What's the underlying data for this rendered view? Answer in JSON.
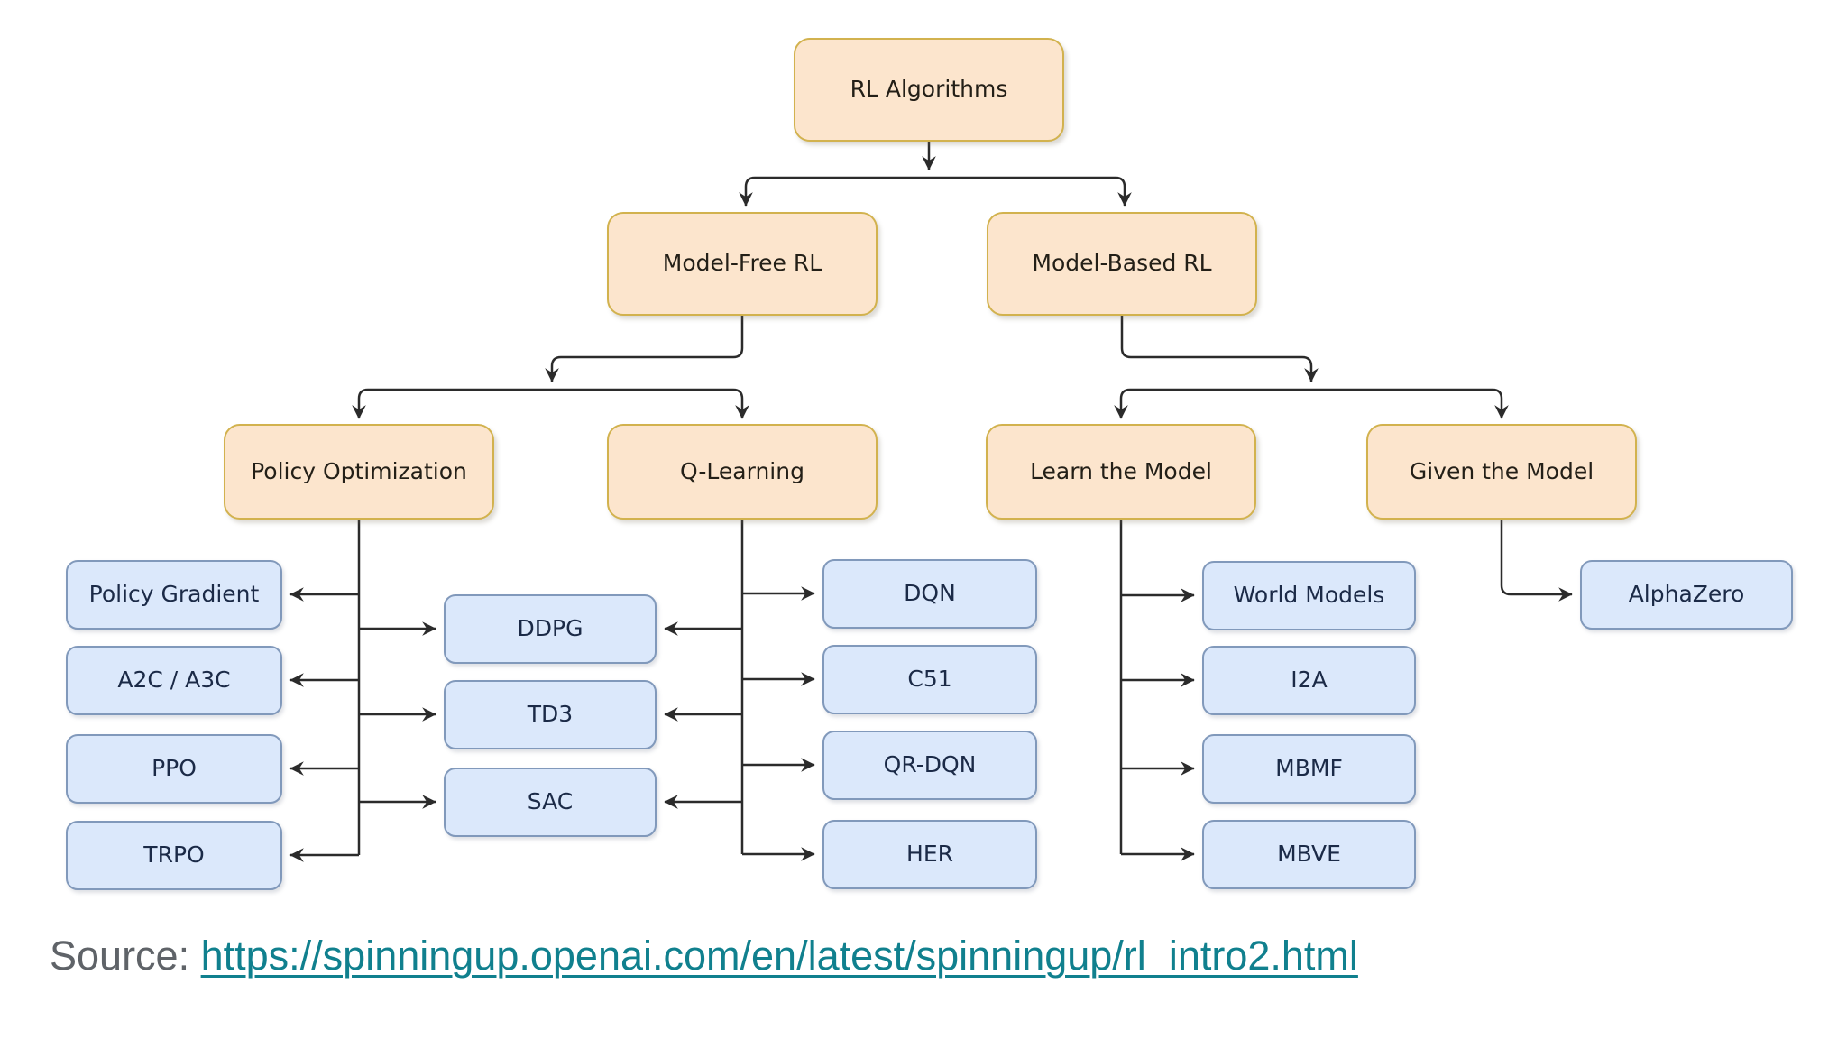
{
  "diagram": {
    "root": {
      "label": "RL Algorithms"
    },
    "branches": [
      {
        "label": "Model-Free RL"
      },
      {
        "label": "Model-Based RL"
      }
    ],
    "categories": [
      {
        "label": "Policy Optimization"
      },
      {
        "label": "Q-Learning"
      },
      {
        "label": "Learn the Model"
      },
      {
        "label": "Given the Model"
      }
    ],
    "algorithms": {
      "policy_optimization": [
        "Policy Gradient",
        "A2C / A3C",
        "PPO",
        "TRPO"
      ],
      "shared": [
        "DDPG",
        "TD3",
        "SAC"
      ],
      "q_learning": [
        "DQN",
        "C51",
        "QR-DQN",
        "HER"
      ],
      "learn_the_model": [
        "World Models",
        "I2A",
        "MBMF",
        "MBVE"
      ],
      "given_the_model": [
        "AlphaZero"
      ]
    }
  },
  "theme": {
    "category_fill": "#fce5cd",
    "category_stroke": "#d2b24e",
    "category_text": "#231f17",
    "leaf_fill": "#dbe8fb",
    "leaf_stroke": "#8199bb",
    "leaf_text": "#1b2a47",
    "line_color": "#2b2b2b",
    "source_text_color": "#5f6368",
    "link_color": "#10808e",
    "background": "#ffffff"
  },
  "source": {
    "prefix": "Source:",
    "link_text": "https://spinningup.openai.com/en/latest/spinningup/rl_intro2.html",
    "link_href": "https://spinningup.openai.com/en/latest/spinningup/rl_intro2.html"
  }
}
